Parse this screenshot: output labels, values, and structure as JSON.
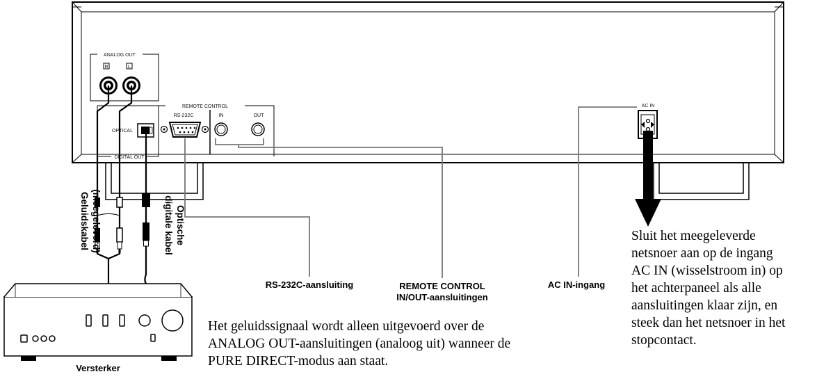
{
  "colors": {
    "line": "#000000",
    "gray_line": "#777777",
    "panel": "#ffffff",
    "background": "#ffffff"
  },
  "icons": [
    "rca-jack-icon",
    "optical-port-icon",
    "db9-port-icon",
    "mini-jack-icon",
    "ac-inlet-icon",
    "arrow-down-icon",
    "rca-plug-icon",
    "optical-plug-icon"
  ],
  "panel": {
    "analog_out": "ANALOG OUT",
    "channel_r": "R",
    "channel_l": "L",
    "remote_control": "REMOTE CONTROL",
    "rs232c": "RS-232C",
    "remote_in": "IN",
    "remote_out": "OUT",
    "optical": "OPTICAL",
    "digital_out": "DIGITAL OUT",
    "ac_in": "AC IN"
  },
  "labels": {
    "audio_cable": [
      "Geluidskabel",
      "(meegeleverd)"
    ],
    "optical_cable": [
      "Optische",
      "digitale kabel"
    ],
    "rs232c_port": "RS-232C-aansluiting",
    "remote_ports": [
      "REMOTE CONTROL",
      "IN/OUT-aansluitingen"
    ],
    "ac_inlet": "AC IN-ingang",
    "amplifier": "Versterker"
  },
  "notes": {
    "pure_direct": [
      "Het geluidssignaal wordt alleen uitgevoerd over de",
      "ANALOG OUT-aansluitingen (analoog uit) wanneer de",
      "PURE DIRECT-modus aan staat."
    ],
    "ac_power": [
      "Sluit het meegeleverde",
      "netsnoer aan op de ingang",
      "AC IN (wisselstroom in) op",
      "het achterpaneel als alle",
      "aansluitingen klaar zijn, en",
      "steek dan het netsnoer in het",
      "stopcontact."
    ]
  }
}
